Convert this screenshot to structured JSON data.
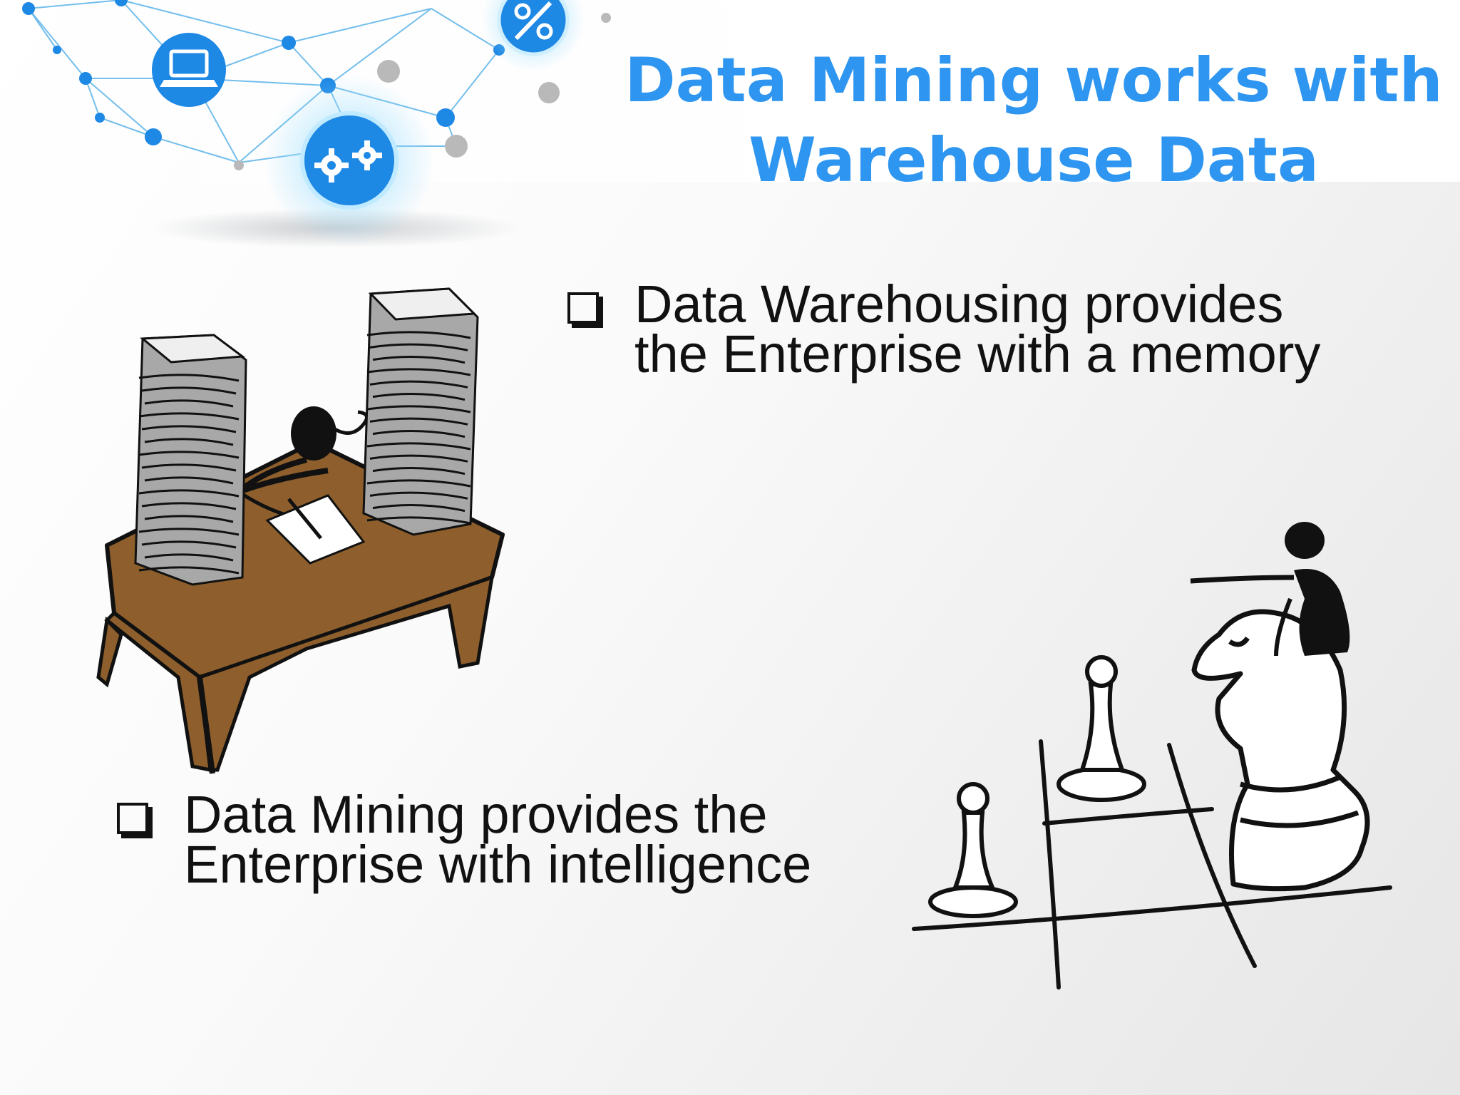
{
  "slide": {
    "title_line1": "Data Mining works with",
    "title_line2": "Warehouse Data",
    "colors": {
      "title": "#2e96f0",
      "network_accent": "#1e88e5",
      "desk": "#8e5f2c"
    }
  },
  "bullets": [
    {
      "line1": "Data Warehousing provides",
      "line2": "the Enterprise with a memory"
    },
    {
      "line1": "Data Mining provides the",
      "line2": "Enterprise with intelligence"
    }
  ],
  "icons": [
    "network-graphic",
    "laptop-icon",
    "gears-icon",
    "percent-icon",
    "desk-paper-stacks-illustration",
    "chess-strategy-illustration"
  ]
}
